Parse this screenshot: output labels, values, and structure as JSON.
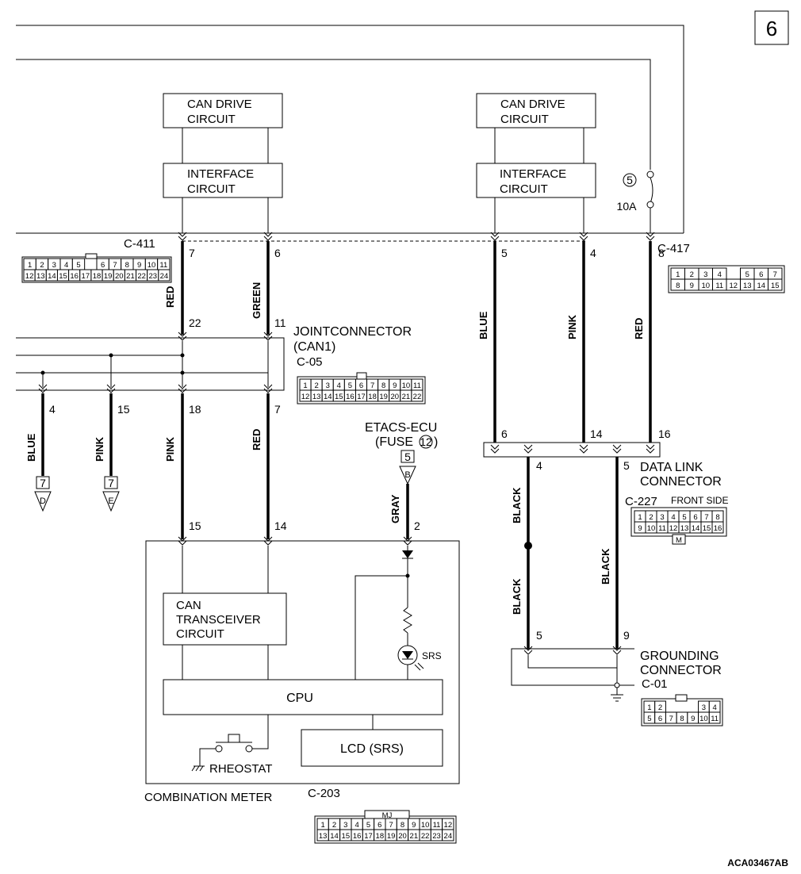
{
  "page_number": "6",
  "figure_code": "ACA03467AB",
  "blocks": {
    "can_drive_left": [
      "CAN DRIVE",
      "CIRCUIT"
    ],
    "interface_left": [
      "INTERFACE",
      "CIRCUIT"
    ],
    "can_drive_right": [
      "CAN DRIVE",
      "CIRCUIT"
    ],
    "interface_right": [
      "INTERFACE",
      "CIRCUIT"
    ],
    "can_transceiver": [
      "CAN",
      "TRANSCEIVER",
      "CIRCUIT"
    ],
    "cpu": "CPU",
    "lcd": "LCD (SRS)",
    "rheostat": "RHEOSTAT",
    "srs": "SRS"
  },
  "fuse": {
    "number": "5",
    "rating": "10A"
  },
  "connectors": {
    "c411": {
      "id": "C-411",
      "row1": [
        "1",
        "2",
        "3",
        "4",
        "5",
        "",
        "6",
        "7",
        "8",
        "9",
        "10",
        "11"
      ],
      "row2": [
        "12",
        "13",
        "14",
        "15",
        "16",
        "17",
        "18",
        "19",
        "20",
        "21",
        "22",
        "23",
        "24"
      ]
    },
    "c417": {
      "id": "C-417",
      "row1": [
        "1",
        "2",
        "3",
        "4",
        "",
        "5",
        "6",
        "7"
      ],
      "row2": [
        "8",
        "9",
        "10",
        "11",
        "12",
        "13",
        "14",
        "15"
      ]
    },
    "c05": {
      "id": "C-05",
      "title": [
        "JOINTCONNECTOR",
        "(CAN1)"
      ],
      "row1": [
        "1",
        "2",
        "3",
        "4",
        "5",
        "6",
        "7",
        "8",
        "9",
        "10",
        "11"
      ],
      "row2": [
        "12",
        "13",
        "14",
        "15",
        "16",
        "17",
        "18",
        "19",
        "20",
        "21",
        "22"
      ]
    },
    "c227": {
      "id": "C-227",
      "title": [
        "DATA LINK",
        "CONNECTOR"
      ],
      "side": "FRONT SIDE",
      "row1": [
        "1",
        "2",
        "3",
        "4",
        "5",
        "6",
        "7",
        "8"
      ],
      "row2": [
        "9",
        "10",
        "11",
        "12",
        "13",
        "14",
        "15",
        "16"
      ],
      "tag": "M"
    },
    "c01": {
      "id": "C-01",
      "title": [
        "GROUNDING",
        "CONNECTOR"
      ],
      "row1": [
        "1",
        "2",
        "",
        "",
        "",
        "3",
        "4"
      ],
      "row2": [
        "5",
        "6",
        "7",
        "8",
        "9",
        "10",
        "11"
      ]
    },
    "c203": {
      "id": "C-203",
      "title": "COMBINATION METER",
      "tag": "MJ",
      "row1": [
        "1",
        "2",
        "3",
        "4",
        "5",
        "6",
        "7",
        "8",
        "9",
        "10",
        "11",
        "12"
      ],
      "row2": [
        "13",
        "14",
        "15",
        "16",
        "17",
        "18",
        "19",
        "20",
        "21",
        "22",
        "23",
        "24"
      ]
    }
  },
  "etacs": {
    "title": "ETACS-ECU",
    "fuse_prefix": "(FUSE",
    "fuse_no": "12",
    "fuse_suffix": ")",
    "ref": "5",
    "letter": "B"
  },
  "pins": {
    "c411_7": "7",
    "c411_6": "6",
    "c417_5": "5",
    "c417_4": "4",
    "c417_8": "8",
    "j22": "22",
    "j11": "11",
    "j4": "4",
    "j15": "15",
    "j18": "18",
    "j7": "7",
    "m15": "15",
    "m14": "14",
    "m2": "2",
    "d6": "6",
    "d14": "14",
    "d16": "16",
    "d4": "4",
    "d5": "5",
    "g5": "5",
    "g9": "9"
  },
  "wires": {
    "red_a": "RED",
    "green": "GREEN",
    "blue_a": "BLUE",
    "pink_a": "PINK",
    "red_b": "RED",
    "blue_b": "BLUE",
    "pink_b": "PINK",
    "pink_c": "PINK",
    "red_c": "RED",
    "gray": "GRAY",
    "black_a": "BLACK",
    "black_b": "BLACK",
    "black_c": "BLACK"
  },
  "refs": {
    "d_ref": "7",
    "d_letter": "D",
    "e_ref": "7",
    "e_letter": "E"
  }
}
